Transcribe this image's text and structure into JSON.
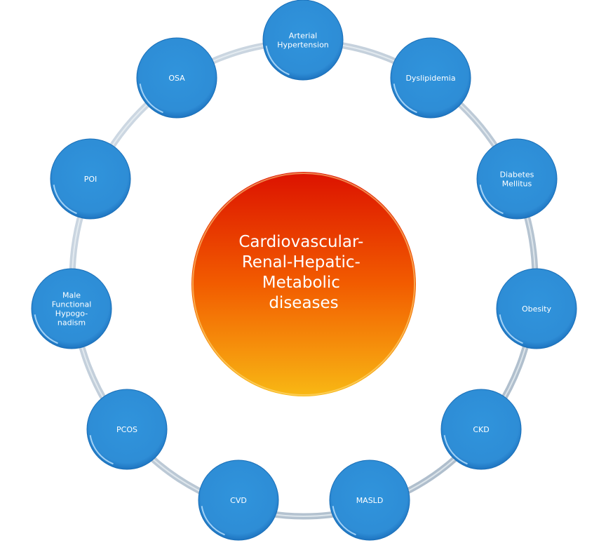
{
  "diagram": {
    "center": {
      "label_lines": [
        "Cardiovascular-",
        "Renal-Hepatic-",
        "Metabolic",
        "diseases"
      ],
      "gradient_top": "#dc1200",
      "gradient_mid": "#f25c00",
      "gradient_bottom": "#f8b814"
    },
    "ring_color": "#b9c7d3",
    "node_color": "#2f8fd8",
    "node_edge_color": "#1a6fb8",
    "nodes": [
      {
        "id": "arterial-hypertension",
        "label_lines": [
          "Arterial",
          "Hypertension"
        ]
      },
      {
        "id": "dyslipidemia",
        "label_lines": [
          "Dyslipidemia"
        ]
      },
      {
        "id": "diabetes-mellitus",
        "label_lines": [
          "Diabetes",
          "Mellitus"
        ]
      },
      {
        "id": "obesity",
        "label_lines": [
          "Obesity"
        ]
      },
      {
        "id": "ckd",
        "label_lines": [
          "CKD"
        ]
      },
      {
        "id": "masld",
        "label_lines": [
          "MASLD"
        ]
      },
      {
        "id": "cvd",
        "label_lines": [
          "CVD"
        ]
      },
      {
        "id": "pcos",
        "label_lines": [
          "PCOS"
        ]
      },
      {
        "id": "male-functional-hypogonadism",
        "label_lines": [
          "Male",
          "Functional",
          "Hypogo-",
          "nadism"
        ]
      },
      {
        "id": "poi",
        "label_lines": [
          "POI"
        ]
      },
      {
        "id": "osa",
        "label_lines": [
          "OSA"
        ]
      }
    ]
  }
}
